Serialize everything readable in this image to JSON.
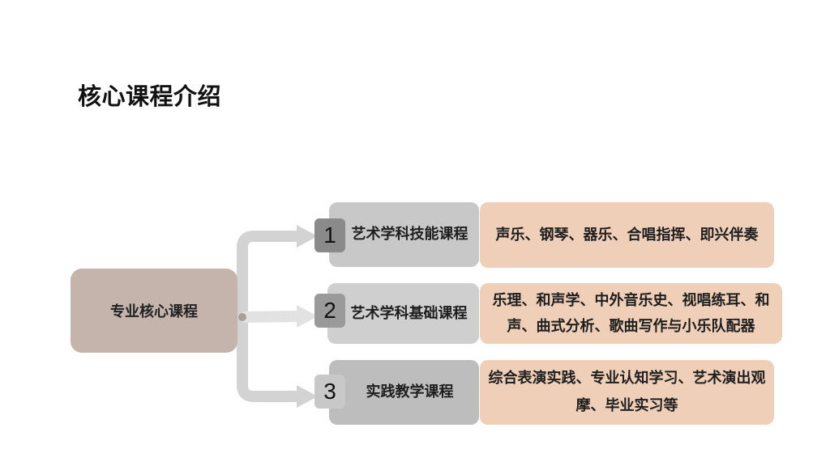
{
  "page": {
    "title": "核心课程介绍"
  },
  "diagram": {
    "root_label": "专业核心课程",
    "branches": [
      {
        "number": "1",
        "category": "艺术学科技能课程",
        "courses": "声乐、钢琴、器乐、合唱指挥、即兴伴奏"
      },
      {
        "number": "2",
        "category": "艺术学科基础课程",
        "courses": "乐理、和声学、中外音乐史、视唱练耳、和声、曲式分析、歌曲写作与小乐队配器"
      },
      {
        "number": "3",
        "category": "实践教学课程",
        "courses": "综合表演实践、专业认知学习、艺术演出观摩、毕业实习等"
      }
    ]
  },
  "colors": {
    "root_fill": "#c4b4ac",
    "category_fills": [
      "#c8c8c8",
      "#cfcfcf",
      "#bdbdbd"
    ],
    "number_fills": [
      "#8a8a8a",
      "#9a9a9a",
      "#c8c8c8"
    ],
    "description_fill": "#efcfb8",
    "arrow_gray": "#d3d3d3",
    "piano_black": "#1a1a1a"
  },
  "icons": {
    "corner_decoration": "piano-keys-icon"
  }
}
